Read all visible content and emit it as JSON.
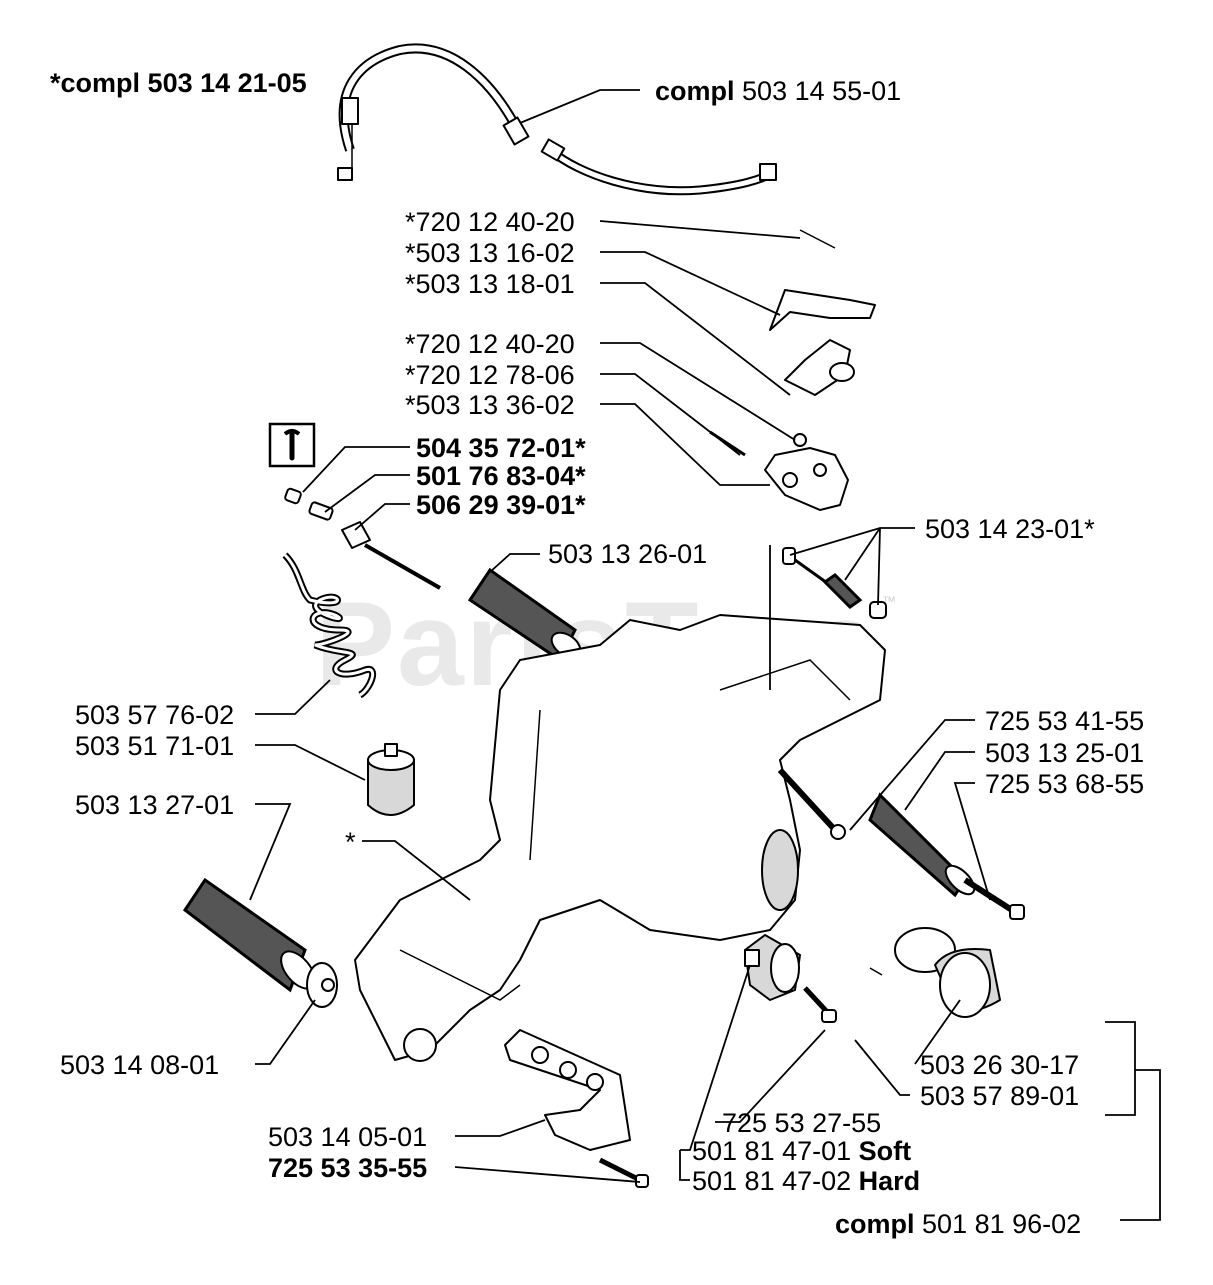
{
  "watermark": "PartsTree",
  "watermark_mark": "™",
  "tool_icon": "wrench-icon",
  "labels": {
    "cable_compl_left": {
      "prefix": "*compl",
      "number": "503 14 21-05"
    },
    "cable_compl_right": {
      "prefix": "compl",
      "number": "503 14 55-01"
    },
    "lever_screw": "*720 12 40-20",
    "lever": "*503 13 16-02",
    "throttle_lever": "*503 13 18-01",
    "block_screw": "*720 12 40-20",
    "block_pin": "*720 12 78-06",
    "block": "*503 13 36-02",
    "tool_1": "504 35 72-01*",
    "tool_2": "501 76 83-04*",
    "tool_3": "506 29 39-01*",
    "spring_top": "503 13 26-01",
    "bolt_set": "503 14 23-01*",
    "fuel_hose": "503 57 76-02",
    "fuel_filter": "503 51 71-01",
    "screw_right_1": "725 53 41-55",
    "spring_right": "503 13 25-01",
    "screw_right_2": "725 53 68-55",
    "spring_left": "503 13 27-01",
    "tank_star": "*",
    "washer": "503 14 08-01",
    "gasket": "503 26 30-17",
    "cap_assy": "503 57 89-01",
    "screw_small": "725 53 27-55",
    "bracket": "503 14 05-01",
    "buffer_soft": {
      "number": "501 81 47-01",
      "suffix": "Soft"
    },
    "bracket_screw": "725 53 35-55",
    "buffer_hard": {
      "number": "501 81 47-02",
      "suffix": "Hard"
    },
    "compl_bottom": {
      "prefix": "compl",
      "number": "501 81 96-02"
    }
  }
}
